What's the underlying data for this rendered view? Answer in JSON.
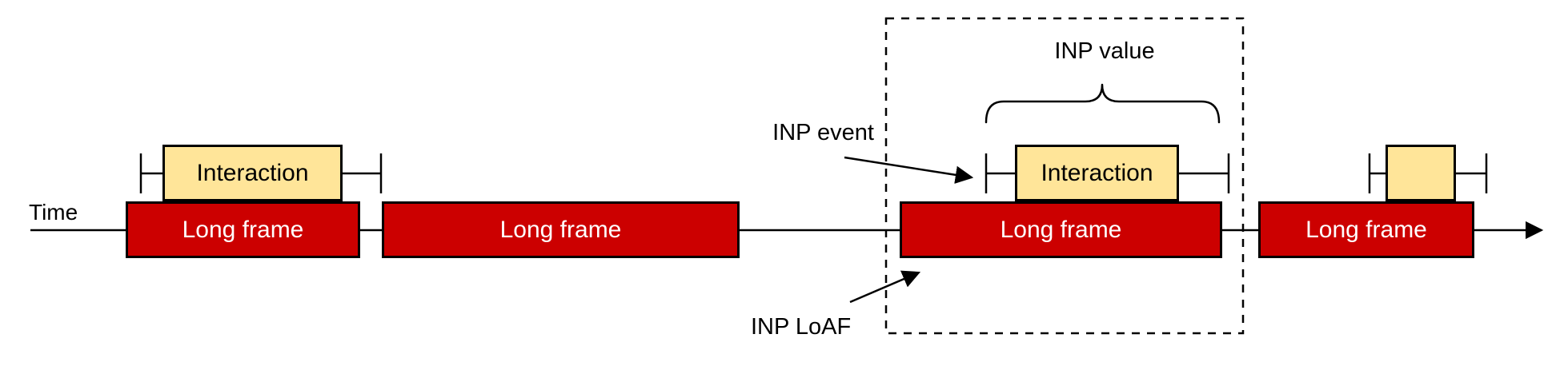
{
  "colors": {
    "long_frame_fill": "#cc0000",
    "long_frame_text": "#ffffff",
    "interaction_fill": "#ffe599",
    "stroke": "#000000",
    "background": "#ffffff"
  },
  "timeline": {
    "label": "Time"
  },
  "frames": [
    {
      "label": "Long frame"
    },
    {
      "label": "Long frame"
    },
    {
      "label": "Long frame"
    },
    {
      "label": "Long frame"
    }
  ],
  "interactions": [
    {
      "label": "Interaction"
    },
    {
      "label": "Interaction"
    },
    {
      "label": ""
    }
  ],
  "annotations": {
    "inp_event": "INP event",
    "inp_value": "INP value",
    "inp_loaf": "INP LoAF"
  }
}
